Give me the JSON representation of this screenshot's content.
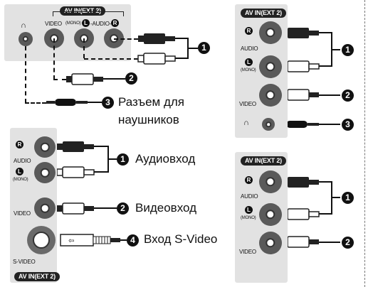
{
  "labels": {
    "av_in": "AV IN(EXT 2)",
    "video": "VIDEO",
    "mono": "(MONO)",
    "audio": "AUDIO",
    "audio_top": "-AUDIO-",
    "svideo": "S-VIDEO",
    "r": "R",
    "l": "L",
    "headphone_symbol": "∩"
  },
  "callouts": {
    "n1": "1",
    "n2": "2",
    "n3": "3",
    "n4": "4",
    "audio_input": "Аудиовход",
    "video_input": "Видеовход",
    "svideo_input": "Вход S-Video",
    "headphone_jack_line1": "Разъем для",
    "headphone_jack_line2": "наушников"
  }
}
